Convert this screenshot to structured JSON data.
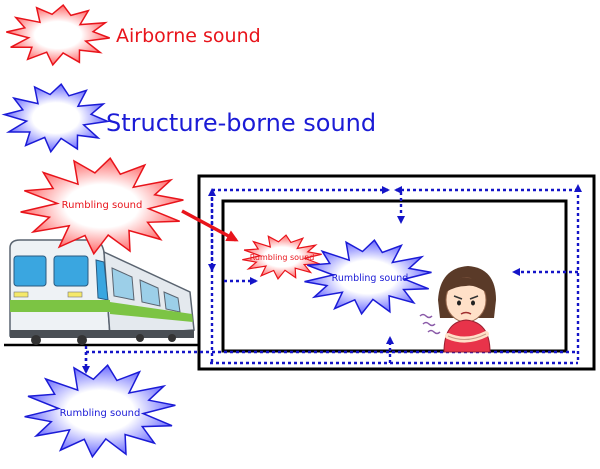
{
  "legend": {
    "airborne_label": "Airborne sound",
    "structure_label": "Structure-borne sound"
  },
  "bursts": {
    "train_airborne_label": "Rumbling sound",
    "room_airborne_label": "Rumbling sound",
    "room_structure_label": "Rumbling sound",
    "ground_structure_label": "Rumbling sound"
  },
  "colors": {
    "airborne": "#e8141b",
    "structure": "#1b1bd6",
    "path": "#1414c8",
    "building": "#000000",
    "train_body": "#eef2f5",
    "train_stripe": "#7cc444",
    "train_window": "#3aa6e0"
  },
  "icons": [
    "airborne-burst-icon",
    "structure-burst-icon",
    "train-icon",
    "annoyed-person-icon",
    "vibration-icon"
  ]
}
